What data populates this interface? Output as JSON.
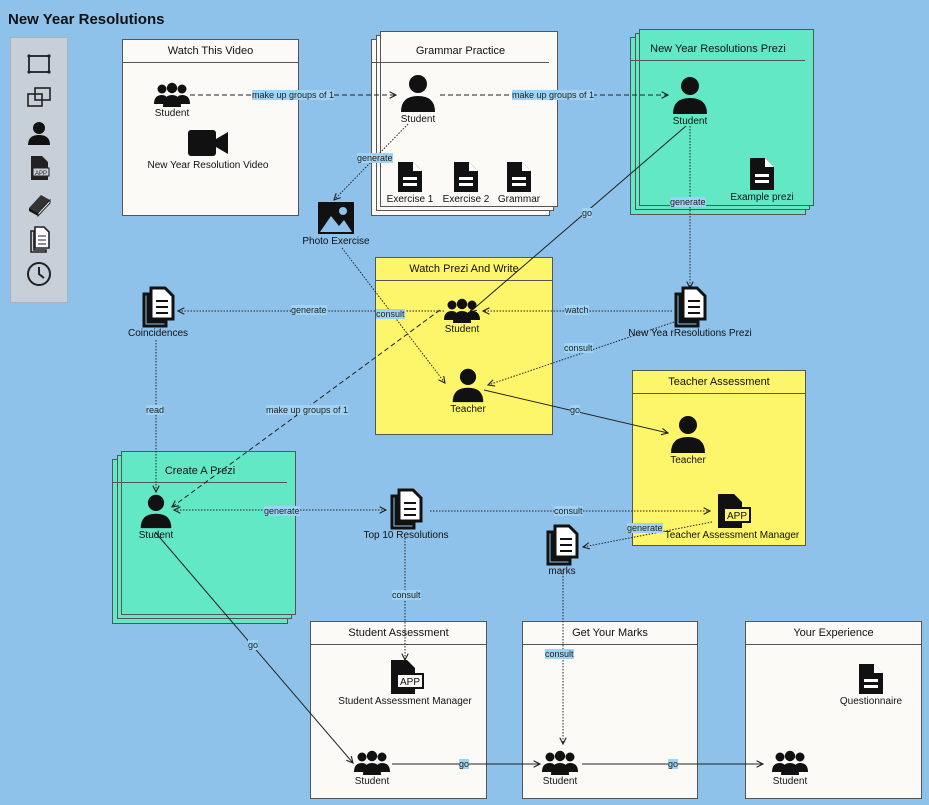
{
  "page_title": "New Year Resolutions",
  "panels": {
    "watch_video": "Watch This Video",
    "grammar": "Grammar Practice",
    "prezi": "New Year Resolutions Prezi",
    "watch_prezi": "Watch Prezi And Write",
    "teacher_assessment": "Teacher Assessment",
    "create_prezi": "Create A Prezi",
    "student_assessment": "Student Assessment",
    "get_marks": "Get Your Marks",
    "experience": "Your Experience"
  },
  "nodes": {
    "student": "Student",
    "teacher": "Teacher",
    "video": "New Year Resolution Video",
    "exercise1": "Exercise 1",
    "exercise2": "Exercise 2",
    "grammar_doc": "Grammar",
    "photo_exercise": "Photo Exercise",
    "example_prezi": "Example prezi",
    "coincidences": "Coincidences",
    "resolutions_prezi": "New Yea rResolutions Prezi",
    "teacher_manager": "Teacher Assessment Manager",
    "top10": "Top 10 Resolutions",
    "marks": "marks",
    "student_manager": "Student Assessment Manager",
    "questionnaire": "Questionnaire"
  },
  "edge_labels": {
    "make_groups": "make up groups of 1",
    "generate": "generate",
    "go": "go",
    "watch": "watch",
    "consult": "consult",
    "read": "read"
  },
  "icons": [
    "frame-icon",
    "group-frame-icon",
    "person-icon",
    "app-document-icon",
    "book-icon",
    "documents-icon",
    "clock-icon"
  ]
}
